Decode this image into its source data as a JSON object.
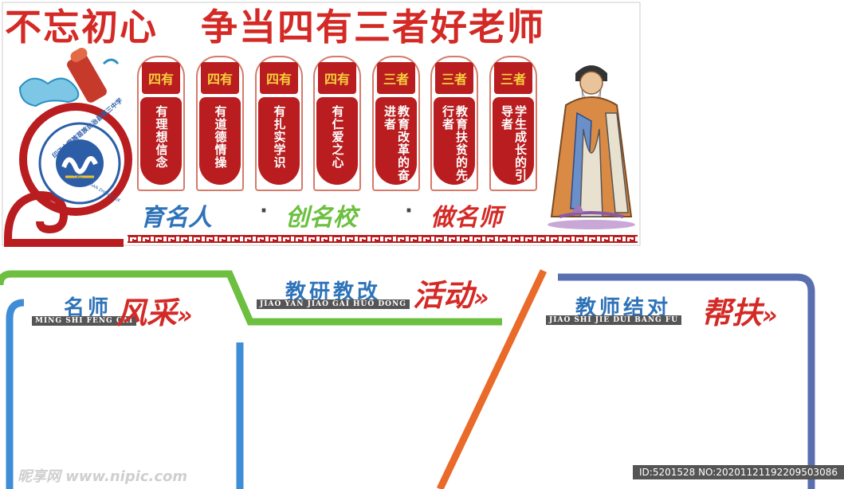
{
  "title": {
    "left": "不忘初心",
    "right": "争当四有三者好老师"
  },
  "pillars": [
    {
      "cap": "四有",
      "text": "有理想信念"
    },
    {
      "cap": "四有",
      "text": "有道德情操"
    },
    {
      "cap": "四有",
      "text": "有扎实学识"
    },
    {
      "cap": "四有",
      "text": "有仁爱之心"
    },
    {
      "cap": "三者",
      "text": "教育改革的奋进者"
    },
    {
      "cap": "三者",
      "text": "教育扶贫的先行者"
    },
    {
      "cap": "三者",
      "text": "学生成长的引导者"
    }
  ],
  "slogan": {
    "part1": "育名人",
    "part2": "创名校",
    "part3": "做名师",
    "sep": "·"
  },
  "school_badge": {
    "name": "印江土家族苗族自治县第三中学",
    "pinyin": "YIN JIANG XIAN DI SAN ZHONG XUE"
  },
  "sections": [
    {
      "title": "名师",
      "highlight": "风采",
      "pinyin": "MING SHI FENG CAI",
      "arrow": "»"
    },
    {
      "title": "教研教改",
      "highlight": "活动",
      "pinyin": "JIAO YAN JIAO GAI HUO DONG",
      "arrow": "»"
    },
    {
      "title": "教师结对",
      "highlight": "帮扶",
      "pinyin": "JIAO SHI JIE DUI BANG FU",
      "arrow": "»"
    }
  ],
  "watermark": {
    "logo": "昵享网 www.nipic.com",
    "id": "ID:5201528 NO:20201121192209503086"
  },
  "colors": {
    "red": "#d42a26",
    "dark_red": "#b91d1f",
    "blue": "#2e73b8",
    "green": "#6cbf3f",
    "orange": "#ea6a2a",
    "purple_blue": "#5a6fb0",
    "gold": "#f6d03c"
  }
}
